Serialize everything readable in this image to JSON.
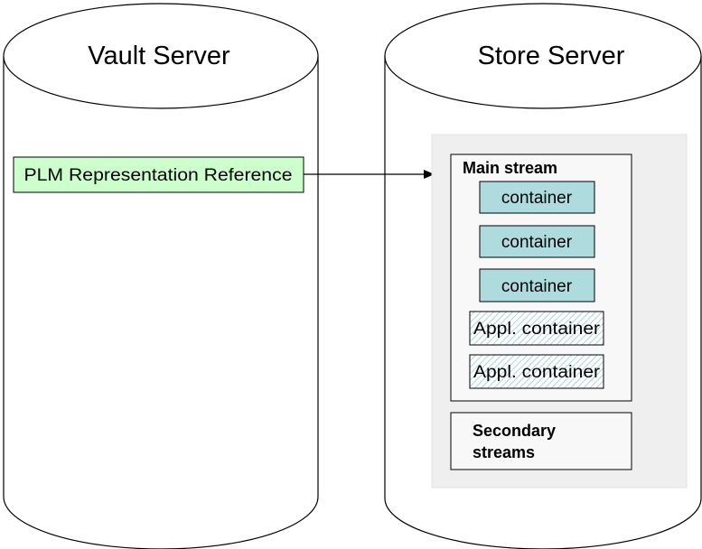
{
  "vault_server": {
    "title": "Vault Server",
    "reference_label": "PLM Representation Reference"
  },
  "store_server": {
    "title": "Store Server",
    "main_stream": {
      "title": "Main stream",
      "containers": [
        "container",
        "container",
        "container"
      ],
      "appl_containers": [
        "Appl. container",
        "Appl. container"
      ]
    },
    "secondary_streams": {
      "line1": "Secondary",
      "line2": "streams"
    }
  },
  "colors": {
    "reference_fill": "#ccffcc",
    "container_fill": "#aedcde",
    "panel_fill": "#efefef"
  }
}
